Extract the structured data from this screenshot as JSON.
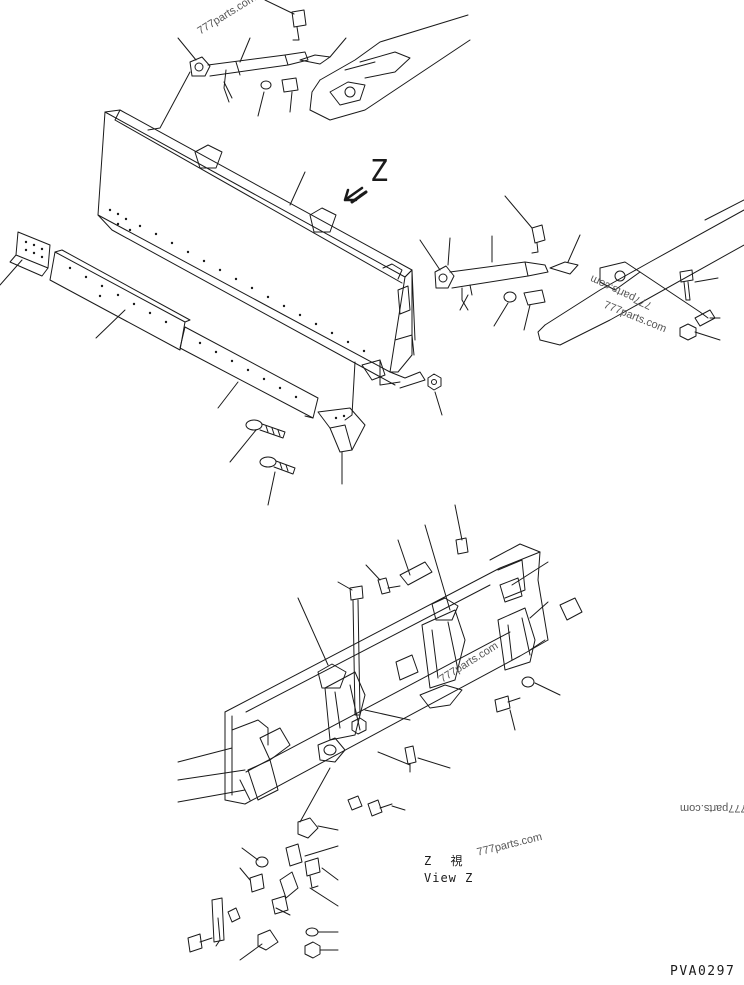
{
  "diagram": {
    "view_marker": "Z",
    "view_caption_jp": "Z 視",
    "view_caption_en": "View Z",
    "drawing_code": "PVA0297",
    "watermarks": [
      "777parts.com",
      "777parts.com",
      "777parts.com",
      "777parts.com",
      "777parts.com",
      "777parts.com"
    ],
    "colors": {
      "line": "#1a1a1a",
      "background": "#ffffff",
      "watermark": "#555555"
    }
  }
}
